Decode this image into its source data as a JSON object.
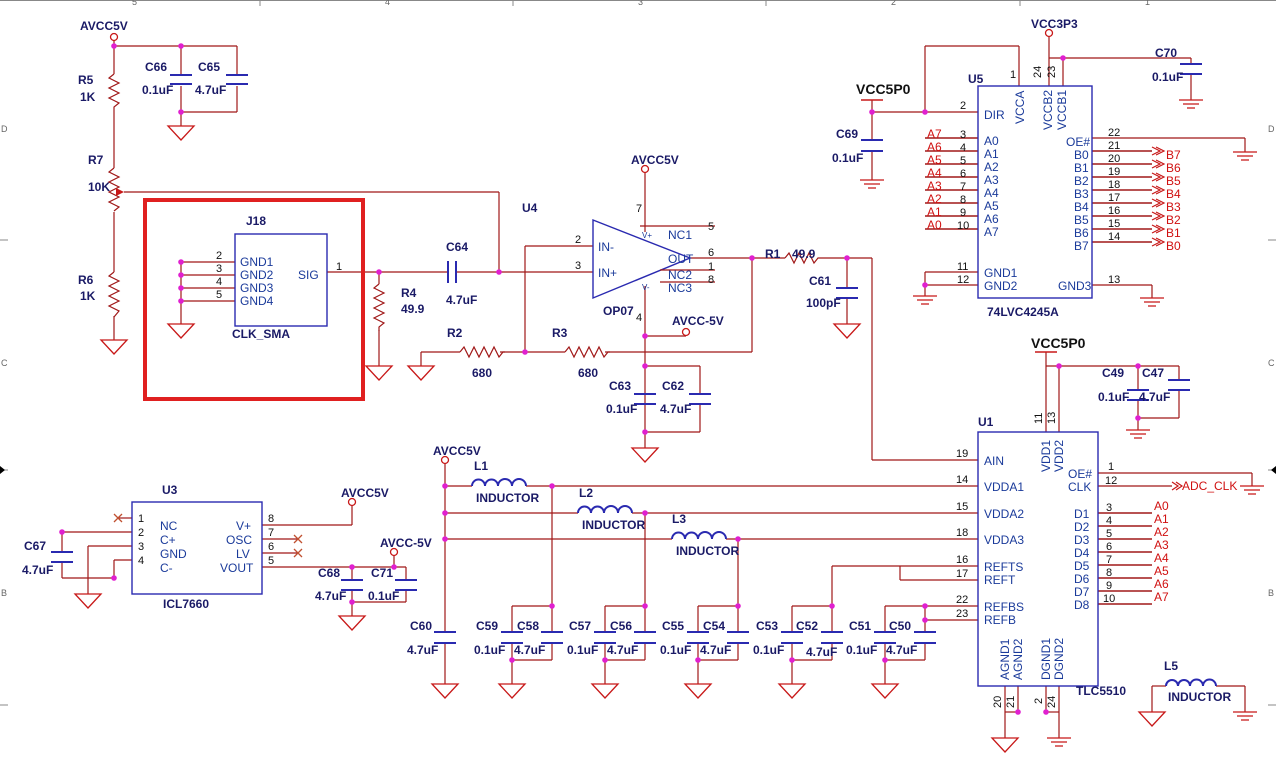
{
  "highlight_color": "#e02020",
  "net_color_red": "#d01010",
  "nets": {
    "avcc5v": "AVCC5V",
    "avcc_neg5v": "AVCC-5V",
    "vcc5p0": "VCC5P0",
    "vcc3p3": "VCC3P3",
    "adc_clk": "ADC_CLK"
  },
  "resistors": {
    "r5": {
      "ref": "R5",
      "value": "1K"
    },
    "r7": {
      "ref": "R7",
      "value": "10K"
    },
    "r6": {
      "ref": "R6",
      "value": "1K"
    },
    "r4": {
      "ref": "R4",
      "value": "49.9"
    },
    "r2": {
      "ref": "R2",
      "value": "680"
    },
    "r3": {
      "ref": "R3",
      "value": "680"
    },
    "r1": {
      "ref": "R1",
      "value": "49.9"
    }
  },
  "capacitors": {
    "c66": {
      "ref": "C66",
      "value": "0.1uF"
    },
    "c65": {
      "ref": "C65",
      "value": "4.7uF"
    },
    "c64": {
      "ref": "C64",
      "value": "4.7uF"
    },
    "c63": {
      "ref": "C63",
      "value": "0.1uF"
    },
    "c62": {
      "ref": "C62",
      "value": "4.7uF"
    },
    "c61": {
      "ref": "C61",
      "value": "100pF"
    },
    "c69": {
      "ref": "C69",
      "value": "0.1uF"
    },
    "c70": {
      "ref": "C70",
      "value": "0.1uF"
    },
    "c49": {
      "ref": "C49",
      "value": "0.1uF"
    },
    "c47": {
      "ref": "C47",
      "value": "4.7uF"
    },
    "c67": {
      "ref": "C67",
      "value": "4.7uF"
    },
    "c68": {
      "ref": "C68",
      "value": "4.7uF"
    },
    "c71": {
      "ref": "C71",
      "value": "0.1uF"
    },
    "c60": {
      "ref": "C60",
      "value": "4.7uF"
    },
    "c59": {
      "ref": "C59",
      "value": "0.1uF"
    },
    "c58": {
      "ref": "C58",
      "value": "4.7uF"
    },
    "c57": {
      "ref": "C57",
      "value": "0.1uF"
    },
    "c56": {
      "ref": "C56",
      "value": "4.7uF"
    },
    "c55": {
      "ref": "C55",
      "value": "0.1uF"
    },
    "c54": {
      "ref": "C54",
      "value": "4.7uF"
    },
    "c53": {
      "ref": "C53",
      "value": "0.1uF"
    },
    "c52": {
      "ref": "C52",
      "value": "4.7uF"
    },
    "c51": {
      "ref": "C51",
      "value": "0.1uF"
    },
    "c50": {
      "ref": "C50",
      "value": "4.7uF"
    }
  },
  "inductors": {
    "l1": {
      "ref": "L1",
      "value": "INDUCTOR"
    },
    "l2": {
      "ref": "L2",
      "value": "INDUCTOR"
    },
    "l3": {
      "ref": "L3",
      "value": "INDUCTOR"
    },
    "l5": {
      "ref": "L5",
      "value": "INDUCTOR"
    }
  },
  "j18": {
    "ref": "J18",
    "part": "CLK_SMA",
    "pins": [
      {
        "num": "2",
        "name": "GND1"
      },
      {
        "num": "3",
        "name": "GND2"
      },
      {
        "num": "4",
        "name": "GND3"
      },
      {
        "num": "5",
        "name": "GND4"
      }
    ],
    "sig_num": "1",
    "sig_name": "SIG"
  },
  "u4": {
    "ref": "U4",
    "part": "OP07",
    "in_minus": "IN-",
    "in_plus": "IN+",
    "out": "OUT",
    "nc1": "NC1",
    "nc2": "NC2",
    "nc3": "NC3",
    "v_plus": "V+",
    "v_minus": "V-",
    "p2": "2",
    "p3": "3",
    "p7": "7",
    "p4": "4",
    "p5": "5",
    "p6": "6",
    "p1": "1",
    "p8": "8"
  },
  "u5": {
    "ref": "U5",
    "part": "74LVC4245A",
    "dir": "DIR",
    "vcca": "VCCA",
    "vccb2": "VCCB2",
    "vccb1": "VCCB1",
    "p1": "1",
    "p2": "2",
    "p24": "24",
    "p23": "23",
    "p22": "22",
    "oe": "OE#",
    "gnd1": "GND1",
    "gnd2": "GND2",
    "gnd3": "GND3",
    "p11": "11",
    "p12": "12",
    "p13": "13",
    "a_rows": [
      {
        "net": "A7",
        "num": "3",
        "pin": "A0"
      },
      {
        "net": "A6",
        "num": "4",
        "pin": "A1"
      },
      {
        "net": "A5",
        "num": "5",
        "pin": "A2"
      },
      {
        "net": "A4",
        "num": "6",
        "pin": "A3"
      },
      {
        "net": "A3",
        "num": "7",
        "pin": "A4"
      },
      {
        "net": "A2",
        "num": "8",
        "pin": "A5"
      },
      {
        "net": "A1",
        "num": "9",
        "pin": "A6"
      },
      {
        "net": "A0",
        "num": "10",
        "pin": "A7"
      }
    ],
    "b_rows": [
      {
        "num": "21",
        "pin": "B0",
        "net": "B7"
      },
      {
        "num": "20",
        "pin": "B1",
        "net": "B6"
      },
      {
        "num": "19",
        "pin": "B2",
        "net": "B5"
      },
      {
        "num": "18",
        "pin": "B3",
        "net": "B4"
      },
      {
        "num": "17",
        "pin": "B4",
        "net": "B3"
      },
      {
        "num": "16",
        "pin": "B5",
        "net": "B2"
      },
      {
        "num": "15",
        "pin": "B6",
        "net": "B1"
      },
      {
        "num": "14",
        "pin": "B7",
        "net": "B0"
      }
    ]
  },
  "u3": {
    "ref": "U3",
    "part": "ICL7660",
    "left": [
      {
        "num": "1",
        "name": "NC"
      },
      {
        "num": "2",
        "name": "C+"
      },
      {
        "num": "3",
        "name": "GND"
      },
      {
        "num": "4",
        "name": "C-"
      }
    ],
    "right": [
      {
        "num": "8",
        "name": "V+"
      },
      {
        "num": "7",
        "name": "OSC"
      },
      {
        "num": "6",
        "name": "LV"
      },
      {
        "num": "5",
        "name": "VOUT"
      }
    ]
  },
  "u1": {
    "ref": "U1",
    "part": "TLC5510",
    "p11": "11",
    "p13": "13",
    "vdd1": "VDD1",
    "vdd2": "VDD2",
    "left": [
      {
        "num": "19",
        "name": "AIN"
      },
      {
        "num": "14",
        "name": "VDDA1"
      },
      {
        "num": "15",
        "name": "VDDA2"
      },
      {
        "num": "18",
        "name": "VDDA3"
      },
      {
        "num": "16",
        "name": "REFTS"
      },
      {
        "num": "17",
        "name": "REFT"
      },
      {
        "num": "22",
        "name": "REFBS"
      },
      {
        "num": "23",
        "name": "REFB"
      }
    ],
    "oe": "OE#",
    "clk": "CLK",
    "p1": "1",
    "p12": "12",
    "d_rows": [
      {
        "num": "3",
        "pin": "D1",
        "net": "A0"
      },
      {
        "num": "4",
        "pin": "D2",
        "net": "A1"
      },
      {
        "num": "5",
        "pin": "D3",
        "net": "A2"
      },
      {
        "num": "6",
        "pin": "D4",
        "net": "A3"
      },
      {
        "num": "7",
        "pin": "D5",
        "net": "A4"
      },
      {
        "num": "8",
        "pin": "D6",
        "net": "A5"
      },
      {
        "num": "9",
        "pin": "D7",
        "net": "A6"
      },
      {
        "num": "10",
        "pin": "D8",
        "net": "A7"
      }
    ],
    "agnd1": "AGND1",
    "agnd2": "AGND2",
    "dgnd1": "DGND1",
    "dgnd2": "DGND2",
    "p20": "20",
    "p21": "21",
    "p2": "2",
    "p24": "24"
  },
  "frame": {
    "top": [
      "5",
      "4",
      "3",
      "2",
      "1"
    ],
    "left": [
      "D",
      "C",
      "B"
    ],
    "right": [
      "D",
      "C",
      "B"
    ]
  }
}
